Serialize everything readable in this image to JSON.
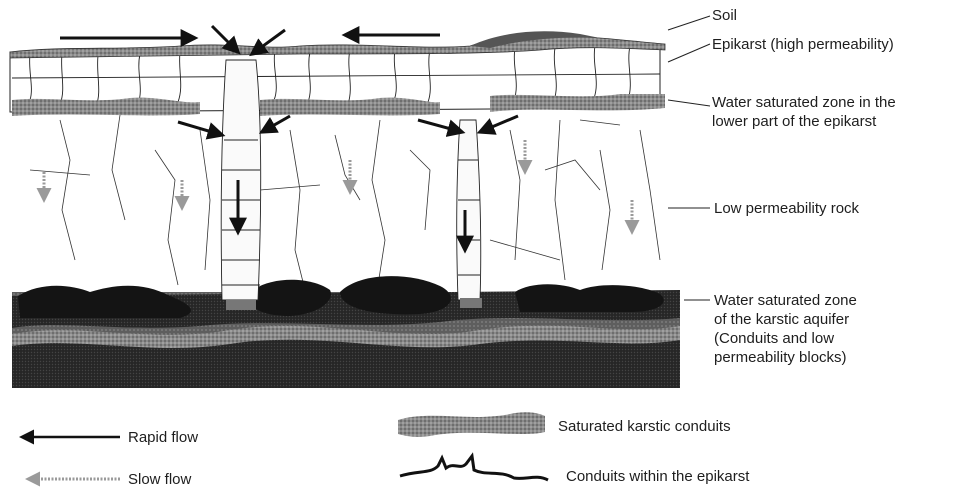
{
  "labels": {
    "soil": "Soil",
    "epikarst": "Epikarst (high permeability)",
    "saturated_epikarst": [
      "Water saturated zone in the",
      "lower part of the epikarst"
    ],
    "low_perm_rock": "Low permeability rock",
    "saturated_aquifer": [
      "Water saturated zone",
      "of the karstic aquifer",
      "(Conduits and low",
      "permeability blocks)"
    ]
  },
  "legend": {
    "rapid_flow": "Rapid flow",
    "slow_flow": "Slow flow",
    "saturated_conduits": "Saturated karstic conduits",
    "epikarst_conduits": "Conduits within the epikarst"
  },
  "colors": {
    "ink": "#1a1a1a",
    "soil": "#7a7a7a",
    "saturated_band": "#8c8c8c",
    "aquifer_dark": "#202020",
    "aquifer_mid": "#6e6e6e",
    "slow_arrow": "#9a9a9a"
  }
}
